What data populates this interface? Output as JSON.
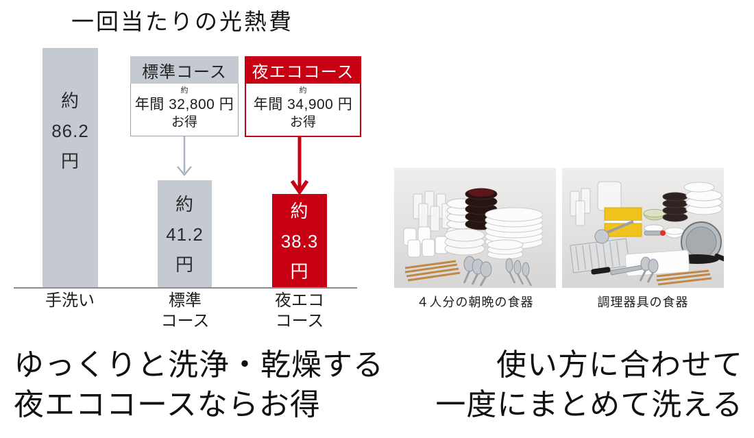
{
  "page": {
    "title": "一回当たりの光熱費"
  },
  "chart_data": {
    "type": "bar",
    "title": "一回当たりの光熱費",
    "categories": [
      "手洗い",
      "標準コース",
      "夜エココース"
    ],
    "values": [
      86.2,
      41.2,
      38.3
    ],
    "unit": "円",
    "value_prefix": "約",
    "bar_colors": [
      "#c5cad2",
      "#c5cad2",
      "#c70013"
    ],
    "ylim": [
      0,
      90
    ],
    "grid": false,
    "legend": false,
    "annotations": [
      {
        "category": "標準コース",
        "header": "標準コース",
        "approx": "約",
        "amount": "年間 32,800 円",
        "note": "お得",
        "arrow_color": "#a9b3bf"
      },
      {
        "category": "夜エココース",
        "header": "夜エココース",
        "approx": "約",
        "amount": "年間 34,900 円",
        "note": "お得",
        "arrow_color": "#c70013"
      }
    ]
  },
  "chart": {
    "bars": [
      {
        "approx": "約",
        "value": "86.2",
        "unit": "円",
        "axis_line1": "手洗い",
        "axis_line2": ""
      },
      {
        "approx": "約",
        "value": "41.2",
        "unit": "円",
        "axis_line1": "標準",
        "axis_line2": "コース"
      },
      {
        "approx": "約",
        "value": "38.3",
        "unit": "円",
        "axis_line1": "夜エコ",
        "axis_line2": "コース"
      }
    ],
    "callouts": [
      {
        "header": "標準コース",
        "approx": "約",
        "amount": "年間 32,800 円",
        "note": "お得"
      },
      {
        "header": "夜エココース",
        "approx": "約",
        "amount": "年間 34,900 円",
        "note": "お得"
      }
    ]
  },
  "photos": [
    {
      "caption": "４人分の朝晩の食器"
    },
    {
      "caption": "調理器具の食器"
    }
  ],
  "messages": {
    "left_line1": "ゆっくりと洗浄・乾燥する",
    "left_line2": "夜エココースならお得",
    "right_line1": "使い方に合わせて",
    "right_line2": "一度にまとめて洗える"
  },
  "colors": {
    "bar_gray": "#c5cad2",
    "accent_red": "#c70013",
    "arrow_gray": "#a9b3bf"
  }
}
